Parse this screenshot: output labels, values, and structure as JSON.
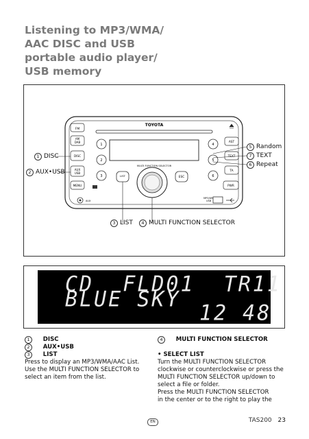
{
  "title": {
    "line1": "Listening to MP3/WMA/",
    "line2": "AAC DISC and USB",
    "line3": "portable audio player/",
    "line4": "USB memory"
  },
  "figure": {
    "brand": "TOYOTA",
    "buttons": {
      "fm": "FM",
      "am_dab": "AM\nDAB",
      "disc": "DISC",
      "aux_usb": "AUX\nUSB",
      "menu": "MENU",
      "ast": "AST",
      "text": "TEXT",
      "ta": "TA",
      "pwr": "PWR",
      "list": "LIST",
      "esc": "ESC",
      "aux": "AUX",
      "usb": "USB",
      "mfs": "MULTI FUNCTION SELECTOR",
      "mp3": "MP3/WMA/AAC",
      "presets": [
        "1",
        "2",
        "3",
        "4",
        "5",
        "6"
      ]
    },
    "callouts": {
      "disc": {
        "num": "1",
        "label": "DISC"
      },
      "aux_usb": {
        "num": "2",
        "label": "AUX•USB"
      },
      "list": {
        "num": "3",
        "label": "LIST"
      },
      "mfs": {
        "num": "4",
        "label": "MULTI FUNCTION SELECTOR"
      },
      "random": {
        "num": "5",
        "label": "Random"
      },
      "text": {
        "num": "7",
        "label": "TEXT"
      },
      "repeat": {
        "num": "6",
        "label": "Repeat"
      }
    }
  },
  "display": {
    "line1": "CD  FLD01  TR11",
    "line2": "BLUE SKY",
    "time": "12 48"
  },
  "left_column": {
    "items": [
      {
        "num": "1",
        "label": "DISC"
      },
      {
        "num": "2",
        "label": "AUX•USB"
      },
      {
        "num": "3",
        "label": "LIST"
      }
    ],
    "text1": "Press to display an MP3/WMA/AAC List.",
    "text2": "Use the MULTI FUNCTION SELECTOR to",
    "text3": "select an item from the list."
  },
  "right_column": {
    "item": {
      "num": "4",
      "label": "MULTI FUNCTION SELECTOR"
    },
    "heading": "• SELECT LIST",
    "lines": [
      "Turn the MULTI FUNCTION SELECTOR",
      "clockwise or counterclockwise or press the",
      "MULTI FUNCTION SELECTOR up/down to",
      "select a file or folder.",
      "Press the MULTI FUNCTION SELECTOR",
      "in the center or to the right to play the"
    ]
  },
  "footer": {
    "lang": "EN",
    "model": "TAS200",
    "page": "23"
  }
}
